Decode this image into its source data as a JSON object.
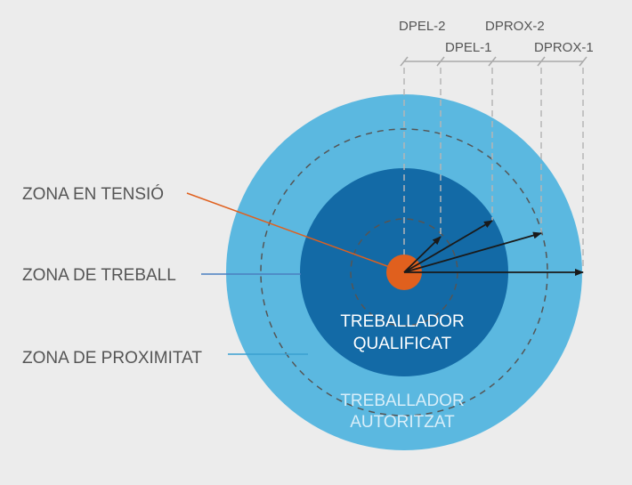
{
  "labels": {
    "zona_tensio": "ZONA EN TENSIÓ",
    "zona_treball": "ZONA DE TREBALL",
    "zona_proximitat": "ZONA DE PROXIMITAT"
  },
  "distances": [
    "DPEL-2",
    "DPEL-1",
    "DPROX-2",
    "DPROX-1"
  ],
  "inner_text": [
    "TREBALLADOR",
    "QUALIFICAT"
  ],
  "outer_text": [
    "TREBALLADOR",
    "AUTORITZAT"
  ],
  "colors": {
    "background": "#ececec",
    "outer_zone": "#5bb8e0",
    "work_zone": "#136aa6",
    "tension_zone": "#e0601e",
    "text": "#555555"
  }
}
